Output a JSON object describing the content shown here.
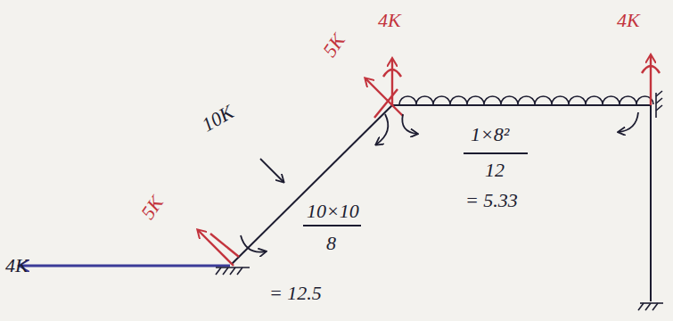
{
  "diagram": {
    "labels": [
      "4K",
      "5K",
      "10K",
      "5K",
      "4K",
      "4K",
      "1×8²",
      "12",
      "= 5.33",
      "10×10",
      "8",
      "= 12.5"
    ]
  }
}
